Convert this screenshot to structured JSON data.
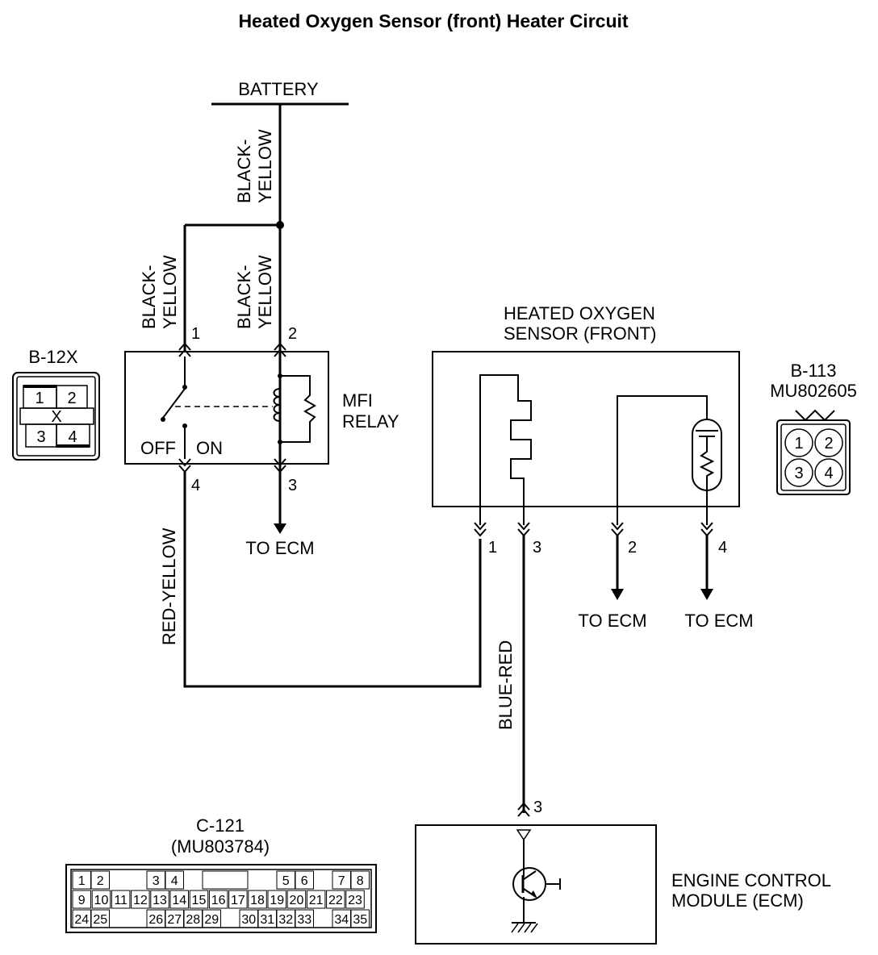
{
  "title": "Heated Oxygen Sensor (front)  Heater Circuit",
  "battery": "BATTERY",
  "wires": {
    "battery_feed": [
      "BLACK-",
      "YELLOW"
    ],
    "relay_pin1": [
      "BLACK-",
      "YELLOW"
    ],
    "relay_pin2": [
      "BLACK-",
      "YELLOW"
    ],
    "relay_out": "RED-YELLOW",
    "sensor_to_ecm": "BLUE-RED"
  },
  "relay": {
    "name": [
      "MFI",
      "RELAY"
    ],
    "switch_off": "OFF",
    "switch_on": "ON",
    "pins": [
      "1",
      "2",
      "4",
      "3"
    ]
  },
  "relay_connector": {
    "id": "B-12X",
    "cells": [
      "1",
      "2",
      "X",
      "3",
      "4"
    ]
  },
  "sensor": {
    "name": [
      "HEATED OXYGEN",
      "SENSOR (FRONT)"
    ],
    "pins": [
      "1",
      "3",
      "2",
      "4"
    ]
  },
  "sensor_connector": {
    "id": "B-113",
    "part": "MU802605",
    "cells": [
      "1",
      "2",
      "3",
      "4"
    ]
  },
  "to_ecm": [
    "TO ECM",
    "TO ECM",
    "TO ECM"
  ],
  "ecm": {
    "name": [
      "ENGINE CONTROL",
      "MODULE (ECM)"
    ],
    "pin": "3"
  },
  "ecm_connector": {
    "id": "C-121",
    "part": "(MU803784)",
    "row1": [
      "1",
      "2",
      "3",
      "4",
      "5",
      "6",
      "7",
      "8"
    ],
    "row2": [
      "9",
      "10",
      "11",
      "12",
      "13",
      "14",
      "15",
      "16",
      "17",
      "18",
      "19",
      "20",
      "21",
      "22",
      "23"
    ],
    "row3": [
      "24",
      "25",
      "26",
      "27",
      "28",
      "29",
      "30",
      "31",
      "32",
      "33",
      "34",
      "35"
    ]
  }
}
